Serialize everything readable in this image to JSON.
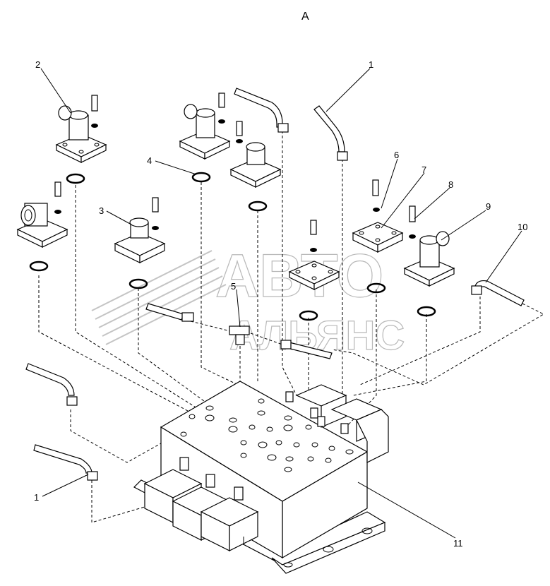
{
  "view_label": "A",
  "watermark": {
    "line1": "АВТО",
    "line2": "АЛЬЯНС"
  },
  "callouts": [
    "1",
    "2",
    "3",
    "4",
    "5",
    "6",
    "7",
    "8",
    "9",
    "10",
    "11",
    "1"
  ]
}
